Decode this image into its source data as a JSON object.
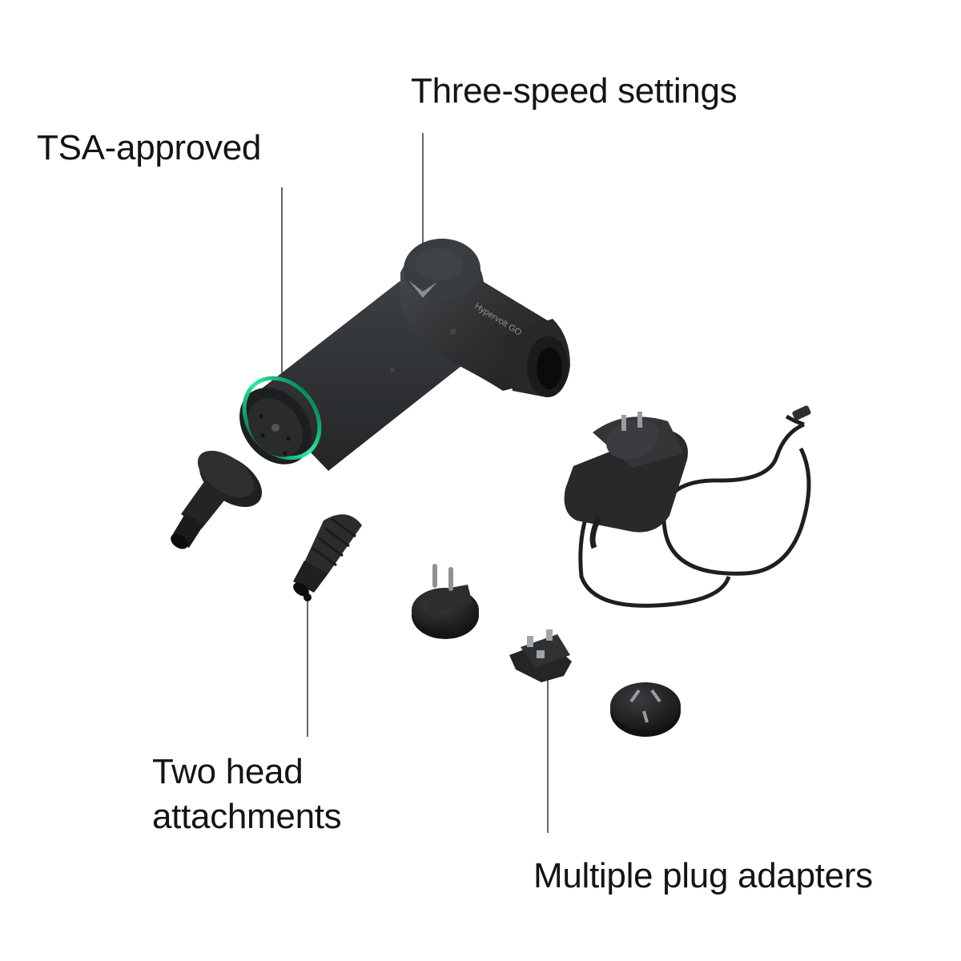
{
  "callouts": {
    "speed": "Three-speed settings",
    "tsa": "TSA-approved",
    "heads_line1": "Two head",
    "heads_line2": "attachments",
    "plugs": "Multiple plug adapters"
  },
  "product_label": "Hypervolt GO",
  "colors": {
    "background": "#ffffff",
    "device": "#2c2e30",
    "accent_ring": "#1fd38a",
    "leader_line": "#333333"
  },
  "items": [
    "massage-gun-icon",
    "flat-head-attachment-icon",
    "cushion-head-attachment-icon",
    "power-adapter-icon",
    "eu-plug-adapter-icon",
    "uk-plug-adapter-icon",
    "au-plug-adapter-icon"
  ]
}
